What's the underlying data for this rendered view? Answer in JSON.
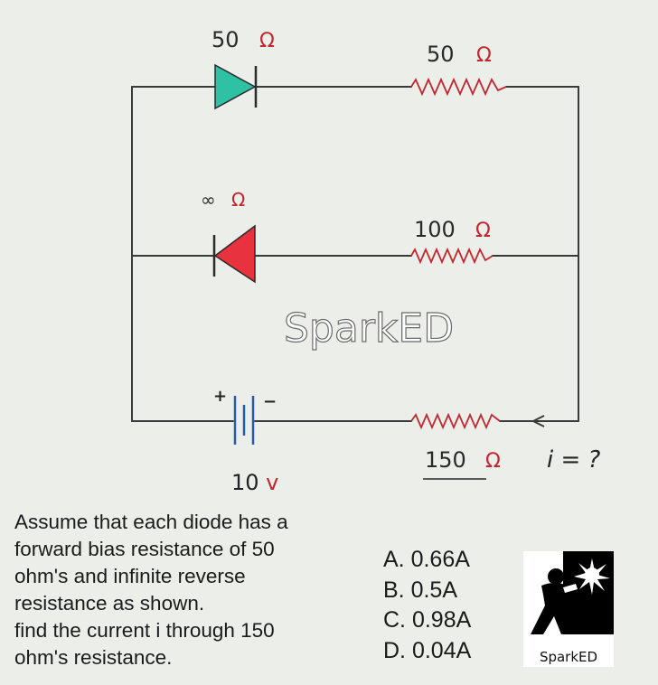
{
  "circuit": {
    "diode_top_resistance": "50",
    "diode_bottom_resistance": "∞",
    "resistor_top": "50",
    "resistor_middle": "100",
    "resistor_bottom": "150",
    "ohm_symbol": "Ω",
    "battery_plus": "+",
    "battery_minus": "−",
    "battery_voltage": "10 v",
    "current_label": "i = ?",
    "watermark": "SparkED",
    "colors": {
      "wire": "#3a3a3a",
      "ohm_annotation": "#c0272d",
      "forward_diode": "#2fc1a4",
      "reverse_diode": "#e8323e",
      "battery": "#2a5ba8",
      "resistor_bottom_color": "#c0272d",
      "resistor_top_color": "#c0272d",
      "resistor_middle_color": "#c0272d"
    }
  },
  "question": {
    "lines": [
      "Assume that each diode has a",
      "forward bias resistance of 50",
      "ohm's and infinite reverse",
      "resistance as shown.",
      "find the current i through 150",
      "ohm's resistance."
    ]
  },
  "options": [
    "A. 0.66A",
    "B. 0.5A",
    "C. 0.98A",
    "D. 0.04A"
  ],
  "logo": {
    "label": "SparkED"
  }
}
